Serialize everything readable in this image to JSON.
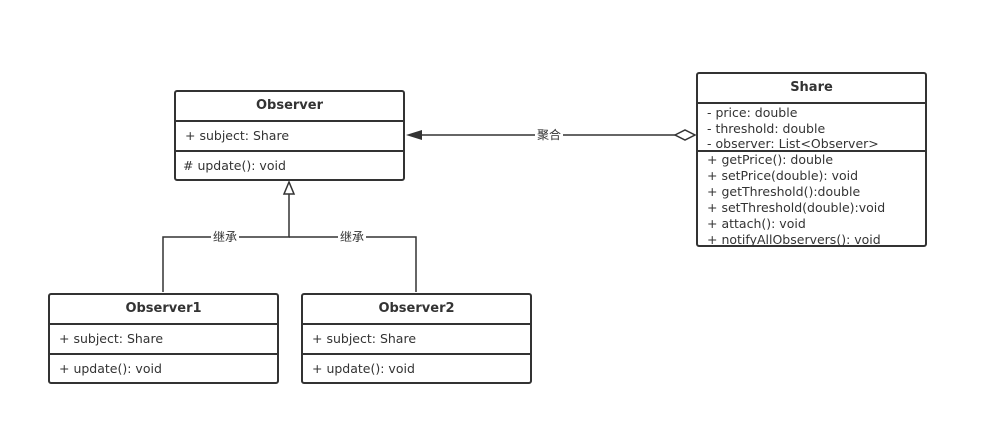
{
  "classes": {
    "observer": {
      "name": "Observer",
      "attributes": [
        "+ subject: Share"
      ],
      "methods": [
        "# update(): void"
      ]
    },
    "share": {
      "name": "Share",
      "attributes": [
        "- price: double",
        "- threshold: double",
        "- observer: List<Observer>"
      ],
      "methods": [
        "+ getPrice(): double",
        "+ setPrice(double): void",
        "+ getThreshold():double",
        "+ setThreshold(double):void",
        "+ attach(): void",
        "+ notifyAllObservers(): void"
      ]
    },
    "observer1": {
      "name": "Observer1",
      "attributes": [
        "+ subject: Share"
      ],
      "methods": [
        "+ update(): void"
      ]
    },
    "observer2": {
      "name": "Observer2",
      "attributes": [
        "+ subject: Share"
      ],
      "methods": [
        "+ update(): void"
      ]
    }
  },
  "relations": {
    "aggregation_label": "聚合",
    "inherit_label_1": "继承",
    "inherit_label_2": "继承"
  },
  "colors": {
    "line": "#333333",
    "background": "#ffffff"
  }
}
